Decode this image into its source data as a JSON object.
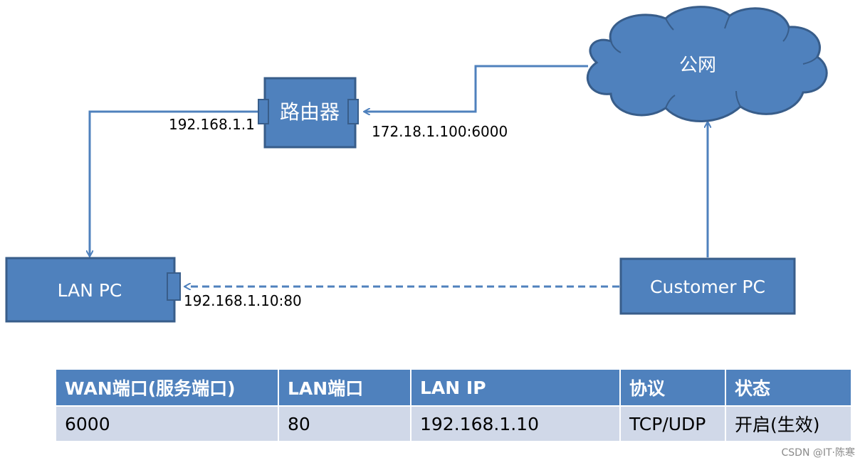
{
  "nodes": {
    "router": "路由器",
    "cloud": "公网",
    "lan_pc": "LAN PC",
    "customer_pc": "Customer PC"
  },
  "addresses": {
    "router_lan": "192.168.1.1",
    "router_wan": "172.18.1.100:6000",
    "lan_pc": "192.168.1.10:80"
  },
  "table": {
    "headers": [
      "WAN端口(服务端口)",
      "LAN端口",
      "LAN IP",
      "协议",
      "状态"
    ],
    "rows": [
      [
        "6000",
        "80",
        "192.168.1.10",
        "TCP/UDP",
        "开启(生效)"
      ]
    ]
  },
  "watermark": "CSDN @IT·陈寒",
  "colors": {
    "node_fill": "#4f81bd",
    "node_border": "#385d8a",
    "table_header": "#4f81bd",
    "table_row": "#d0d8e8"
  }
}
